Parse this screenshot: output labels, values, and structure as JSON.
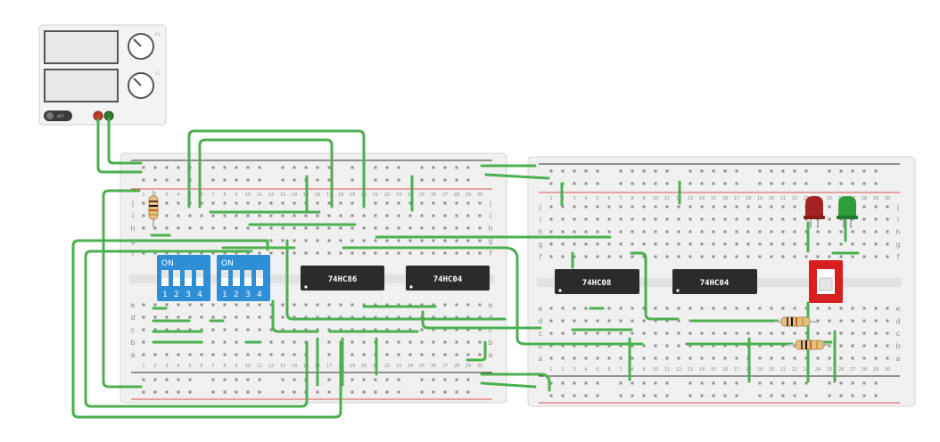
{
  "power_supply": {
    "switch_label": "OFF",
    "knob_labels": [
      "CV",
      "CC"
    ],
    "brand": "",
    "colors": {
      "terminal_pos": "#c0392b",
      "terminal_neg": "#2e7d32"
    }
  },
  "breadboards": [
    {
      "id": "left",
      "columns": 30,
      "rows_top": [
        "a",
        "b",
        "c",
        "d",
        "e"
      ],
      "rows_bottom": [
        "f",
        "g",
        "h",
        "i",
        "j"
      ]
    },
    {
      "id": "right",
      "columns": 30,
      "rows_top": [
        "a",
        "b",
        "c",
        "d",
        "e"
      ],
      "rows_bottom": [
        "f",
        "g",
        "h",
        "i",
        "j"
      ]
    }
  ],
  "chips": [
    {
      "id": "chip1",
      "label": "74HC86"
    },
    {
      "id": "chip2",
      "label": "74HC04"
    },
    {
      "id": "chip3",
      "label": "74HC08"
    },
    {
      "id": "chip4",
      "label": "74HC04"
    }
  ],
  "dip_switches": [
    {
      "id": "dip1",
      "label": "ON",
      "positions": [
        "1",
        "2",
        "3",
        "4"
      ]
    },
    {
      "id": "dip2",
      "label": "ON",
      "positions": [
        "1",
        "2",
        "3",
        "4"
      ]
    }
  ],
  "leds": [
    {
      "id": "led-red",
      "color": "#a32222"
    },
    {
      "id": "led-green",
      "color": "#2e9e3a"
    }
  ],
  "colors": {
    "wire": "#4caf50",
    "rail_red": "#d9534f",
    "rail_blue": "#333333",
    "dip": "#2f8fd6",
    "chip": "#2b2b2b",
    "slide_switch": "#d62020"
  }
}
